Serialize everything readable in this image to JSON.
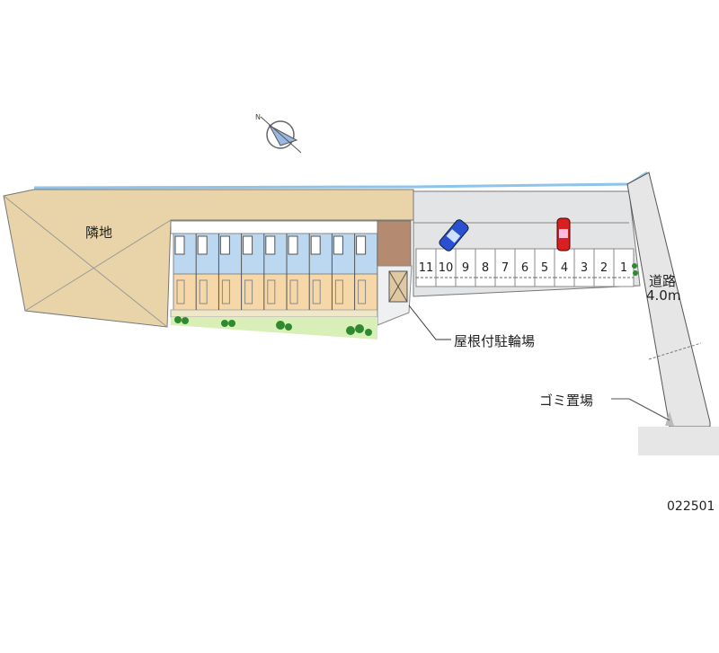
{
  "labels": {
    "neighbor": "隣地",
    "road": "道路",
    "road_width": "4.0m",
    "bike_parking": "屋根付駐輪場",
    "garbage": "ゴミ置場",
    "property_id": "022501",
    "compass_n": "N"
  },
  "parking_spaces": [
    "11",
    "10",
    "9",
    "8",
    "7",
    "6",
    "5",
    "4",
    "3",
    "2",
    "1"
  ],
  "colors": {
    "land": "#e8d4a8",
    "parking": "#e3e4e6",
    "road": "#e6e6e6",
    "unit_blue": "#bcd8f0",
    "unit_orange": "#f6d8a8",
    "green": "#3a9a3a",
    "car_blue": "#2a4fd0",
    "car_red": "#d82020"
  }
}
